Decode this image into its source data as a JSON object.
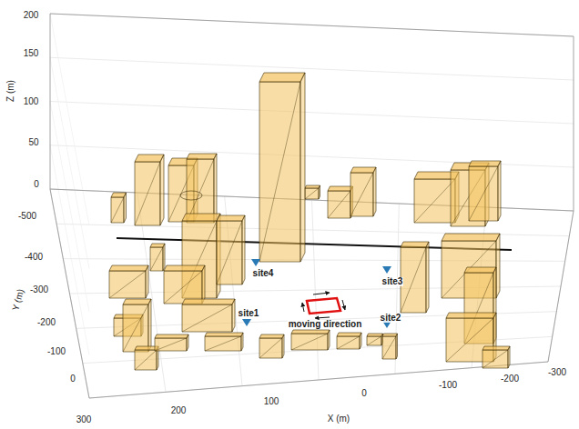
{
  "diagram": {
    "labels": [
      "200",
      "150",
      "100",
      "50",
      "0",
      "Z (m)",
      "-500",
      "-400",
      "-300",
      "-200",
      "-100",
      "0",
      "Y (m)",
      "300",
      "200",
      "100",
      "0",
      "-100",
      "-200",
      "-300",
      "X (m)",
      "site4",
      "site3",
      "site1",
      "site2",
      "moving direction"
    ]
  }
}
